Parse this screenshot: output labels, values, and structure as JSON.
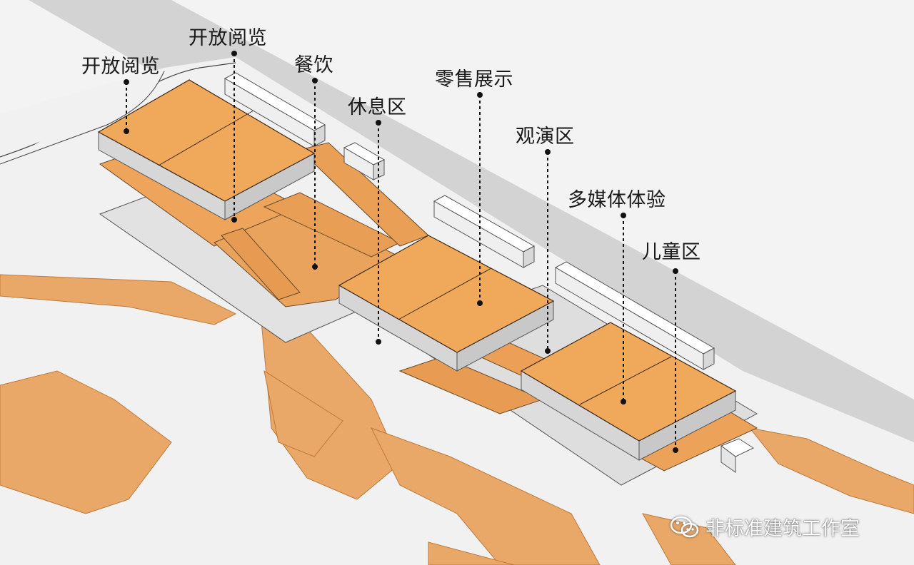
{
  "labels": {
    "open_reading_left": "开放阅览",
    "open_reading_top": "开放阅览",
    "dining": "餐饮",
    "rest_area": "休息区",
    "retail_display": "零售展示",
    "viewing_area": "观演区",
    "multimedia": "多媒体体验",
    "children_area": "儿童区"
  },
  "watermark": {
    "text": "非标准建筑工作室",
    "icon": "wechat-icon"
  },
  "colors": {
    "floor_orange": "#f0a85a",
    "ground_orange": "#e9a868",
    "site_white": "#f3f3f3",
    "road_gray": "#d2d2d2",
    "slab_edge_gray": "#c9c9c9",
    "wall_white": "#fafafa",
    "leader_line": "#111111"
  }
}
